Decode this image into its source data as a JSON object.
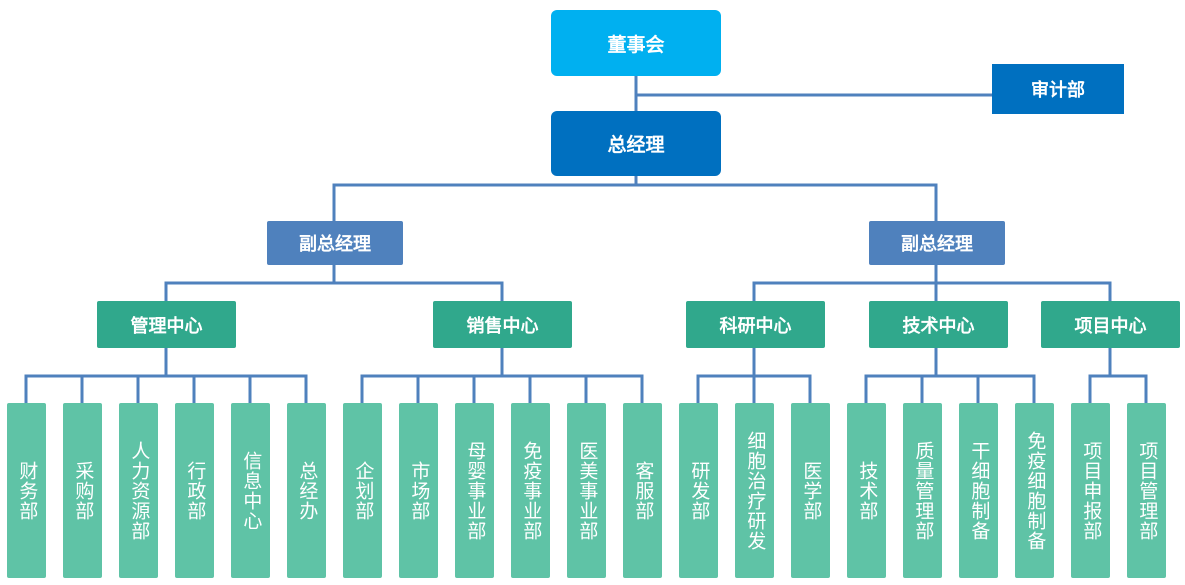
{
  "board": "董事会",
  "audit": "审计部",
  "gm": "总经理",
  "vps": [
    "副总经理",
    "副总经理"
  ],
  "centers": [
    "管理中心",
    "销售中心",
    "科研中心",
    "技术中心",
    "项目中心"
  ],
  "departments": [
    [
      "财务部",
      "采购部",
      "人力资源部",
      "行政部",
      "信息中心",
      "总经办"
    ],
    [
      "企划部",
      "市场部",
      "母婴事业部",
      "免疫事业部",
      "医美事业部",
      "客服部"
    ],
    [
      "研发部",
      "细胞治疗研发",
      "医学部"
    ],
    [
      "技术部",
      "质量管理部",
      "干细胞制备",
      "免疫细胞制备"
    ],
    [
      "项目申报部",
      "项目管理部"
    ]
  ],
  "colors": {
    "board": "#00b0f0",
    "gm": "#0070c0",
    "vp": "#4f81bd",
    "center": "#30a88c",
    "department": "#5fc3a6",
    "connector": "#4f81bd"
  }
}
